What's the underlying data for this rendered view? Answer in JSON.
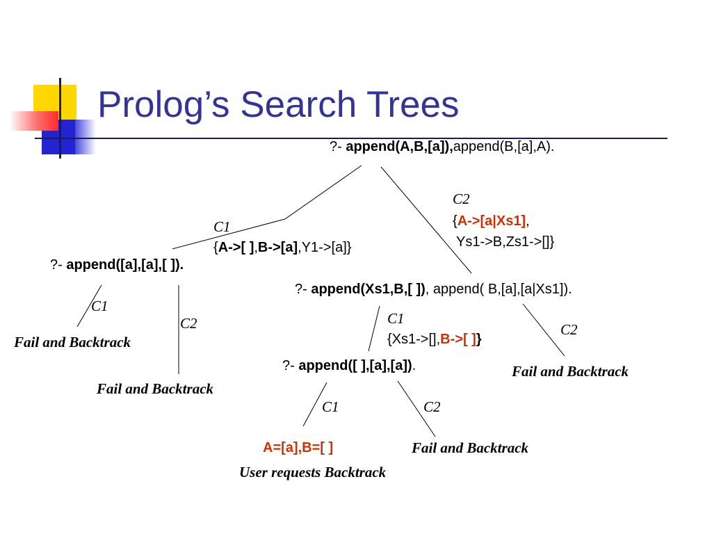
{
  "title": "Prolog’s Search Trees",
  "root_query": {
    "prefix": "?- ",
    "bold": "append(A,B,[a]),",
    "rest": "append(B,[a],A)."
  },
  "branch_c1": {
    "label": "C1",
    "open": "{",
    "b1": "A->[ ]",
    "sep1": ",",
    "b2": "B->[a]",
    "rest": ",Y1->[a]}"
  },
  "branch_c2": {
    "label": "C2",
    "open": "{",
    "red": "A->[a|Xs1]",
    "comma": ",",
    "line2": "Ys1->B,Zs1->[]}"
  },
  "left_query": {
    "prefix": "?- ",
    "bold": "append([a],[a],[ ])."
  },
  "left_c1_label": "C1",
  "left_c2_label": "C2",
  "left_fail_1": "Fail and Backtrack",
  "left_fail_2": "Fail and Backtrack",
  "mid_query": {
    "prefix": "?- ",
    "bold": "append(Xs1,B,[ ])",
    "rest": ", append( B,[a],[a|Xs1])."
  },
  "mid_c1": {
    "label": "C1",
    "text": "{Xs1->[],",
    "red": "B->[ ]",
    "close": "}"
  },
  "mid_c2_label": "C2",
  "mid_fail": "Fail and Backtrack",
  "low_query": {
    "prefix": "?- ",
    "bold": "append([ ],[a],[a])",
    "rest": "."
  },
  "low_c1_label": "C1",
  "low_c2_label": "C2",
  "answer": "A=[a],B=[ ]",
  "user_request": "User requests Backtrack",
  "low_fail": "Fail and Backtrack",
  "colors": {
    "title": "#333399",
    "highlight": "#cc3300",
    "accent_yellow": "#ffd700",
    "accent_blue": "#2323d4",
    "accent_red": "#ff2a2a"
  }
}
